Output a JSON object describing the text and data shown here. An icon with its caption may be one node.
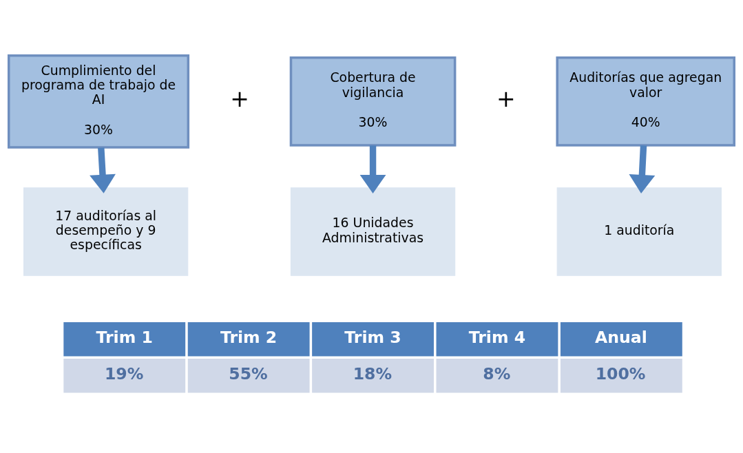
{
  "diagram": {
    "nodes": [
      {
        "text": [
          "Cumplimiento del programa de trabajo de AI",
          "30%"
        ]
      },
      {
        "text": [
          "Cobertura de vigilancia",
          "30%"
        ]
      },
      {
        "text": [
          "Auditorías que agregan valor",
          "40%"
        ]
      },
      {
        "text": [
          "17 auditorías al desempeño y 9 específicas"
        ]
      },
      {
        "text": [
          "16 Unidades Administrativas"
        ]
      },
      {
        "text": [
          "1 auditoría"
        ]
      }
    ],
    "edges": [
      {
        "from": 0,
        "to": 3,
        "arrow": "to"
      },
      {
        "from": 1,
        "to": 4,
        "arrow": "to"
      },
      {
        "from": 2,
        "to": 5,
        "arrow": "to"
      }
    ],
    "labels": [
      "+",
      "+",
      "Trim 1",
      "Trim 2",
      "Trim 3",
      "Trim 4",
      "Anual",
      "19%",
      "55%",
      "18%",
      "8%",
      "100%"
    ]
  }
}
